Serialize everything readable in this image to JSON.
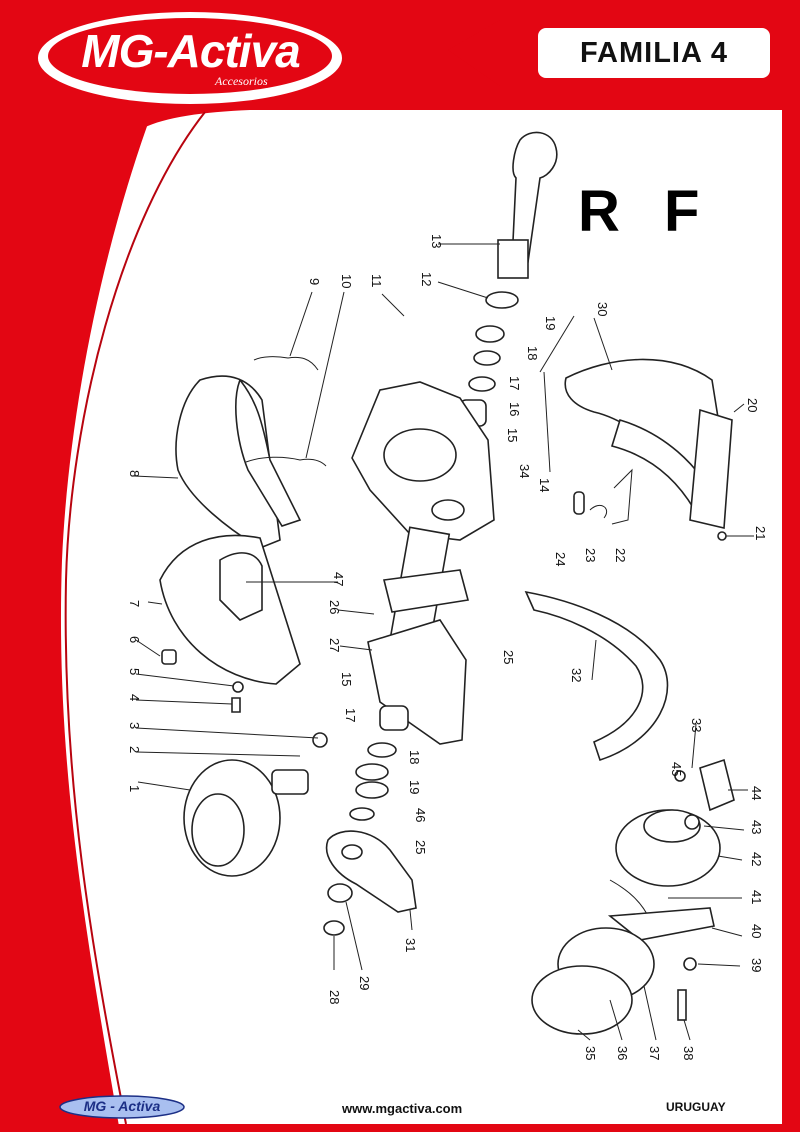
{
  "header": {
    "brand": "MG-Activa",
    "brand_sub": "Accesorios",
    "family": "FAMILIA 4"
  },
  "title": "R F",
  "footer": {
    "logo": "MG - Activa",
    "website": "www.mgactiva.com",
    "country": "URUGUAY"
  },
  "diagram": {
    "callouts": [
      "1",
      "2",
      "3",
      "4",
      "5",
      "6",
      "7",
      "8",
      "9",
      "10",
      "11",
      "12",
      "13",
      "14",
      "15",
      "15",
      "16",
      "17",
      "17",
      "18",
      "18",
      "19",
      "19",
      "20",
      "21",
      "22",
      "23",
      "24",
      "25",
      "25",
      "26",
      "27",
      "28",
      "29",
      "30",
      "31",
      "32",
      "33",
      "34",
      "35",
      "36",
      "37",
      "38",
      "39",
      "40",
      "41",
      "42",
      "43",
      "44",
      "45",
      "46",
      "47"
    ]
  },
  "colors": {
    "brand_red": "#e30613",
    "ink": "#222222",
    "footer_logo_fill": "#a9bff0"
  }
}
